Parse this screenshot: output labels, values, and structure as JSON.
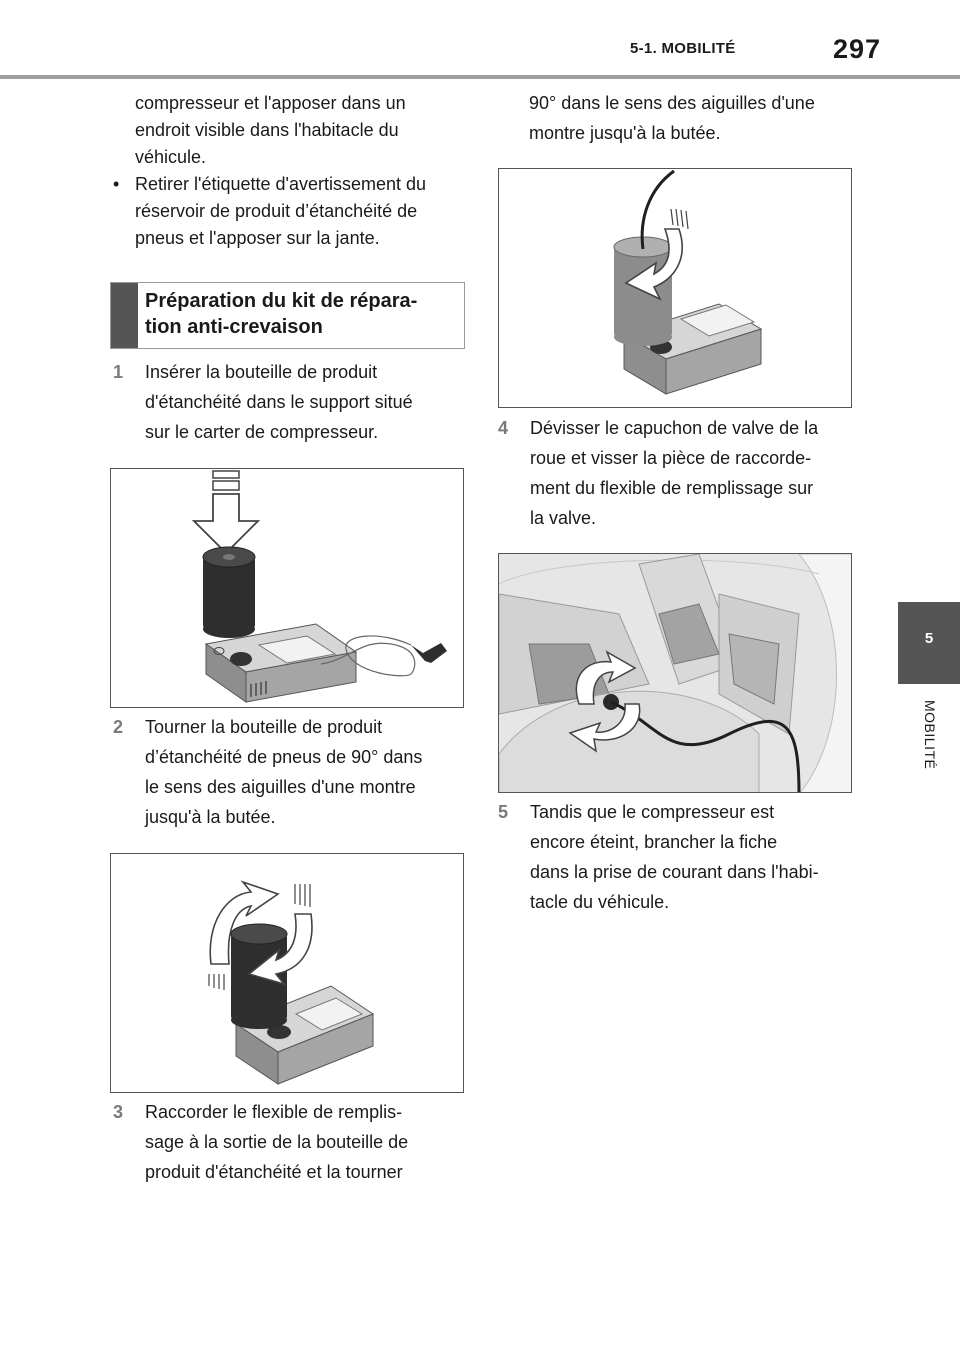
{
  "header": {
    "section": "5-1. MOBILITÉ",
    "page_number": "297"
  },
  "side_tab": {
    "chapter_number": "5",
    "chapter_label": "MOBILITÉ"
  },
  "left_column": {
    "intro_lines": [
      "compresseur et l'apposer dans un",
      "endroit visible dans l'habitacle du",
      "véhicule."
    ],
    "bullet_symbol": "•",
    "bullet_lines": [
      "Retirer l'étiquette d'avertissement du",
      "réservoir de produit d’étanchéité de",
      "pneus et l'apposer sur la jante."
    ],
    "heading_lines": [
      "Préparation du kit de répara-",
      "tion anti-crevaison"
    ]
  },
  "steps": [
    {
      "number": "1",
      "lines": [
        "Insérer la bouteille de produit",
        "d'étanchéité dans le support situé",
        "sur le carter de compresseur."
      ]
    },
    {
      "number": "2",
      "lines": [
        "Tourner la bouteille de produit",
        "d’étanchéité de pneus de 90° dans",
        "le sens des aiguilles d'une montre",
        "jusqu'à la butée."
      ]
    },
    {
      "number": "3",
      "lines": [
        "Raccorder le flexible de remplis-",
        "sage à la sortie de la bouteille de",
        "produit d'étanchéité et la tourner",
        "90° dans le sens des aiguilles d'une",
        "montre jusqu'à la butée."
      ]
    },
    {
      "number": "4",
      "lines": [
        "Dévisser le capuchon de valve de la",
        "roue et visser la pièce de raccorde-",
        "ment du flexible de remplissage sur",
        "la valve."
      ]
    },
    {
      "number": "5",
      "lines": [
        "Tandis que le compresseur est",
        "encore éteint, brancher la fiche",
        "dans la prise de courant dans l'habi-",
        "tacle du véhicule."
      ]
    }
  ],
  "colors": {
    "tab_gray": "#555555",
    "step_number_gray": "#7a7a7a",
    "rule_gray": "#9e9e9e",
    "bottle_dark": "#2e2e2e",
    "compressor_gray": "#9a9a9a"
  }
}
